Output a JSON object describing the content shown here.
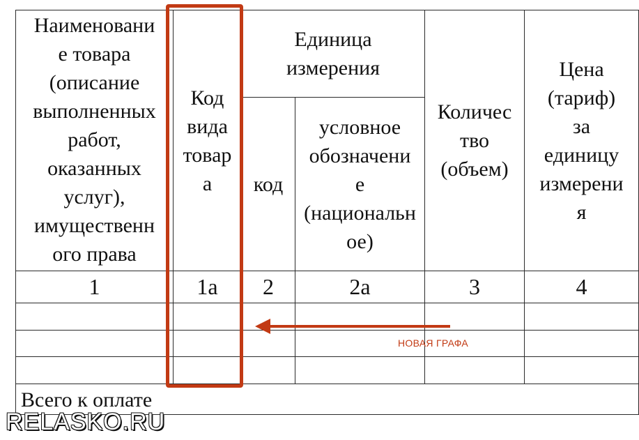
{
  "table": {
    "headers": {
      "name": "Наименовани\nе товара\n(описание\nвыполненных\nработ,\nоказанных\nуслуг),\nимущественн\nого права",
      "code_type": "Код\nвида\nтовар\nа",
      "unit_group": "Единица\nизмерения",
      "unit_code": "код",
      "unit_symbol": "условное\nобозначени\nе\n(национальн\nое)",
      "quantity": "Количес\nтво\n(объем)",
      "price": "Цена\n(тариф)\nза\nединицу\nизмерени\nя"
    },
    "numbers": [
      "1",
      "1а",
      "2",
      "2а",
      "3",
      "4"
    ],
    "total_label": "Всего к оплате"
  },
  "annotation": {
    "label": "НОВАЯ ГРАФА",
    "color": "#c23a14"
  },
  "watermark": "RELASKO.RU"
}
